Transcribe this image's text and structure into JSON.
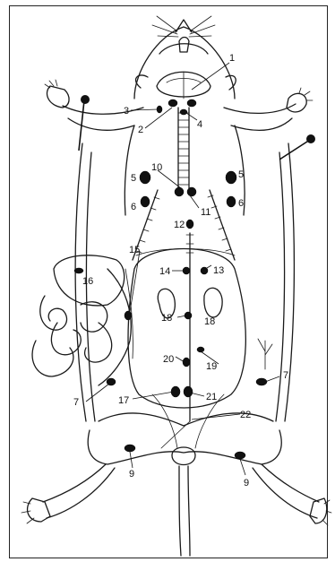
{
  "colors": {
    "ink": "#111111",
    "background": "#ffffff",
    "frame": "#222222"
  },
  "labels": [
    {
      "id": "1",
      "text": "1"
    },
    {
      "id": "2",
      "text": "2"
    },
    {
      "id": "3",
      "text": "3"
    },
    {
      "id": "4",
      "text": "4"
    },
    {
      "id": "5l",
      "text": "5"
    },
    {
      "id": "5r",
      "text": "5"
    },
    {
      "id": "6l",
      "text": "6"
    },
    {
      "id": "6r",
      "text": "6"
    },
    {
      "id": "7l",
      "text": "7"
    },
    {
      "id": "7r",
      "text": "7"
    },
    {
      "id": "9l",
      "text": "9"
    },
    {
      "id": "9r",
      "text": "9"
    },
    {
      "id": "10",
      "text": "10"
    },
    {
      "id": "11",
      "text": "11"
    },
    {
      "id": "12",
      "text": "12"
    },
    {
      "id": "13",
      "text": "13"
    },
    {
      "id": "14",
      "text": "14"
    },
    {
      "id": "15",
      "text": "15"
    },
    {
      "id": "16",
      "text": "16"
    },
    {
      "id": "17",
      "text": "17"
    },
    {
      "id": "18l",
      "text": "18"
    },
    {
      "id": "18r",
      "text": "18"
    },
    {
      "id": "19",
      "text": "19"
    },
    {
      "id": "20",
      "text": "20"
    },
    {
      "id": "21",
      "text": "21"
    },
    {
      "id": "22",
      "text": "22"
    }
  ]
}
